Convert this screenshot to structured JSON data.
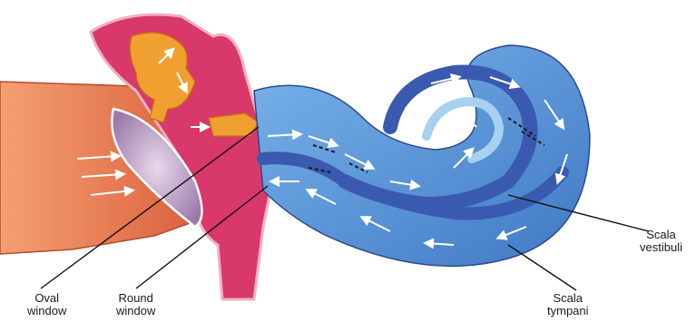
{
  "labels": {
    "oval_window": [
      "Oval",
      "window"
    ],
    "round_window": [
      "Round",
      "window"
    ],
    "scala_vestibuli": [
      "Scala",
      "vestibuli"
    ],
    "scala_tympani": [
      "Scala",
      "tympani"
    ]
  },
  "colors": {
    "ear_canal": "#e8744a",
    "middle_ear": "#d8386a",
    "eardrum": "#c8a8c8",
    "ossicles": "#f0a030",
    "cochlea_outer": "#4a8ad0",
    "cochlea_light": "#a8d0f0",
    "cochlea_dark": "#3a5ab0",
    "arrows": "#ffffff"
  }
}
